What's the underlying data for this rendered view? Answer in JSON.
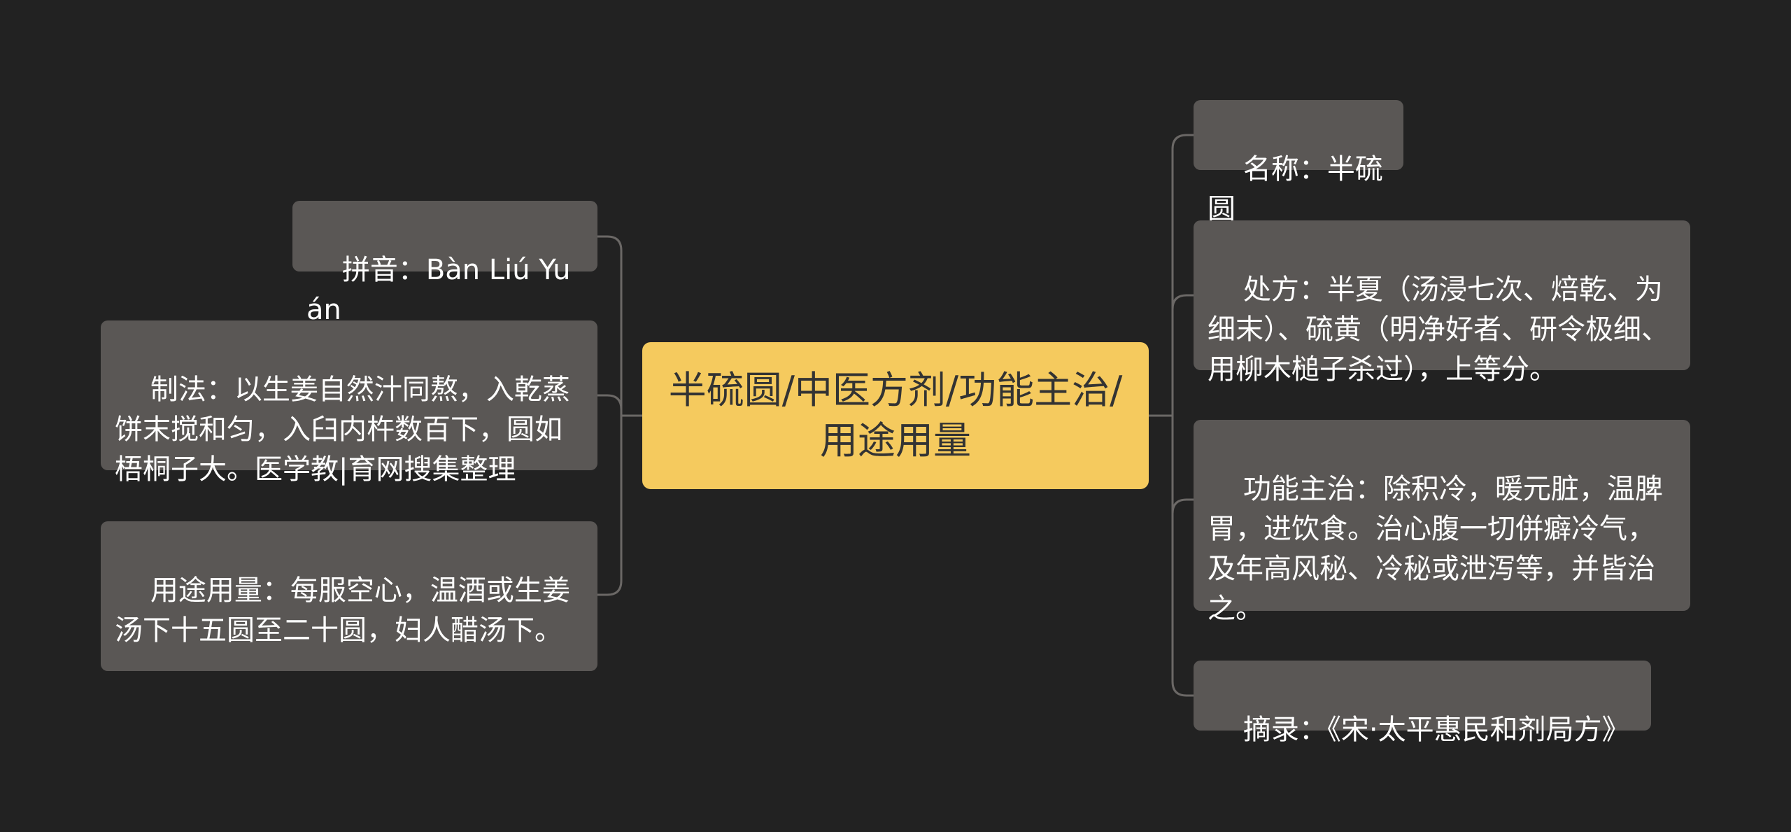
{
  "colors": {
    "background": "#222222",
    "center_fill": "#f5ca5e",
    "center_text": "#333333",
    "node_fill": "#5a5755",
    "node_text": "#ffffff",
    "connector": "#6b6866"
  },
  "center": {
    "label": "半硫圆/中医方剂/功能主治/用途用量"
  },
  "left_nodes": [
    {
      "label": "拼音：Bàn Liú Yuán"
    },
    {
      "label": "制法：以生姜自然汁同熬，入乾蒸饼末搅和匀，入臼内杵数百下，圆如梧桐子大。医学教|育网搜集整理"
    },
    {
      "label": "用途用量：每服空心，温酒或生姜汤下十五圆至二十圆，妇人醋汤下。"
    }
  ],
  "right_nodes": [
    {
      "label": "名称：半硫圆"
    },
    {
      "label": "处方：半夏（汤浸七次、焙乾、为细末）、硫黄（明净好者、研令极细、用柳木槌子杀过），上等分。"
    },
    {
      "label": "功能主治：除积冷，暖元脏，温脾胃，进饮食。治心腹一切併癖冷气，及年高风秘、冷秘或泄泻等，并皆治之。"
    },
    {
      "label": "摘录：《宋·太平惠民和剂局方》"
    }
  ]
}
